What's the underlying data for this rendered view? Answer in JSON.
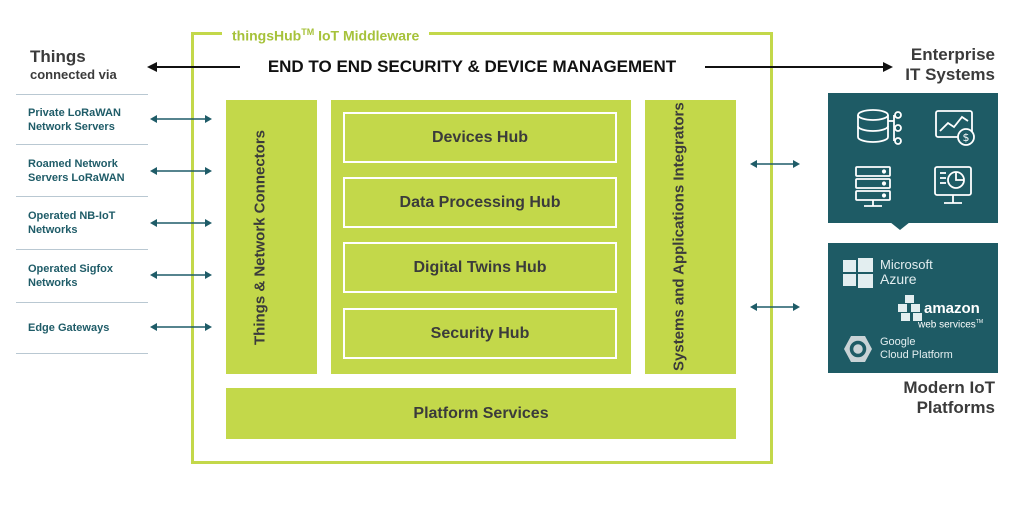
{
  "middleware_title": "thingsHub",
  "middleware_tm": "TM",
  "middleware_title_suffix": " IoT Middleware",
  "management_banner": "END TO END SECURITY & DEVICE MANAGEMENT",
  "left": {
    "heading": "Things",
    "subheading": "connected via",
    "items": [
      {
        "line1": "Private LoRaWAN",
        "line2": "Network Servers"
      },
      {
        "line1": "Roamed Network",
        "line2": "Servers LoRaWAN"
      },
      {
        "line1": "Operated NB-IoT",
        "line2": "Networks"
      },
      {
        "line1": "Operated Sigfox",
        "line2": "Networks"
      },
      {
        "line1": "Edge Gateways",
        "line2": ""
      }
    ]
  },
  "connectors_label": "Things & Network Connectors",
  "hubs": [
    "Devices Hub",
    "Data Processing Hub",
    "Digital Twins Hub",
    "Security Hub"
  ],
  "integrators_label": "Systems and Applications Integrators",
  "platform_services": "Platform Services",
  "right": {
    "enterprise_line1": "Enterprise",
    "enterprise_line2": "IT Systems",
    "enterprise_icons": [
      "database-network-icon",
      "finance-chart-icon",
      "server-rack-icon",
      "dashboard-monitor-icon"
    ],
    "iot_line1": "Modern IoT",
    "iot_line2": "Platforms",
    "azure_line1": "Microsoft",
    "azure_line2": "Azure",
    "aws_line1": "amazon",
    "aws_line2": "web services",
    "aws_tm": "TM",
    "gcp_line1": "Google",
    "gcp_line2": "Cloud Platform"
  },
  "colors": {
    "green": "#c3d84a",
    "teal": "#1e5b65",
    "title_green": "#a6c23a",
    "arrow_teal": "#1f5c68"
  }
}
